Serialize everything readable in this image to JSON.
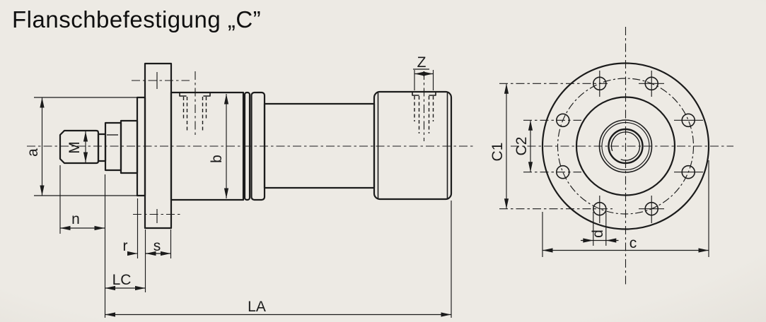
{
  "title": "Flanschbefestigung „C”",
  "colors": {
    "paper": "#edeae4",
    "paper-edge": "#e4e1da",
    "ink": "#1b1b1b"
  },
  "labels": {
    "a": "a",
    "M": "M",
    "b": "b",
    "n": "n",
    "r": "r",
    "s": "s",
    "LC": "LC",
    "LA": "LA",
    "Z": "Z",
    "C1": "C1",
    "C2": "C2",
    "d": "d",
    "c": "c"
  }
}
